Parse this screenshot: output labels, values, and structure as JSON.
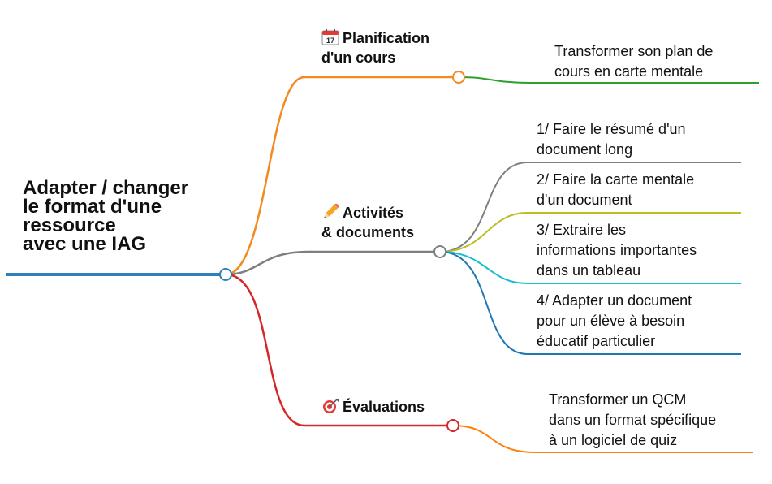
{
  "root": {
    "lines": [
      "Adapter / changer",
      "le format d'une",
      "ressource",
      "avec une IAG"
    ],
    "color": "#2f7fb8"
  },
  "branches": [
    {
      "key": "planification",
      "icon": "calendar-icon",
      "icon_text": "17",
      "lines": [
        "Planification",
        "d'un cours"
      ],
      "color": "#f28a1e",
      "children": [
        {
          "lines": [
            "Transformer son plan de",
            "cours en carte mentale"
          ],
          "color": "#2ca02c"
        }
      ]
    },
    {
      "key": "activites",
      "icon": "pencil-icon",
      "lines": [
        "Activités",
        "& documents"
      ],
      "color": "#7f7f7f",
      "children": [
        {
          "lines": [
            "1/ Faire le résumé d'un",
            "document long"
          ],
          "color": "#7f7f7f"
        },
        {
          "lines": [
            "2/ Faire la carte mentale",
            "d'un document"
          ],
          "color": "#bcbd22"
        },
        {
          "lines": [
            "3/ Extraire les",
            "informations importantes",
            "dans un tableau"
          ],
          "color": "#17becf"
        },
        {
          "lines": [
            "4/ Adapter un document",
            "pour un élève à besoin",
            "éducatif particulier"
          ],
          "color": "#1f77b4"
        }
      ]
    },
    {
      "key": "evaluations",
      "icon": "target-icon",
      "lines": [
        "Évaluations"
      ],
      "color": "#d62728",
      "children": [
        {
          "lines": [
            "Transformer un QCM",
            "dans un format spécifique",
            "à un logiciel de quiz"
          ],
          "color": "#ff7f0e"
        }
      ]
    }
  ]
}
